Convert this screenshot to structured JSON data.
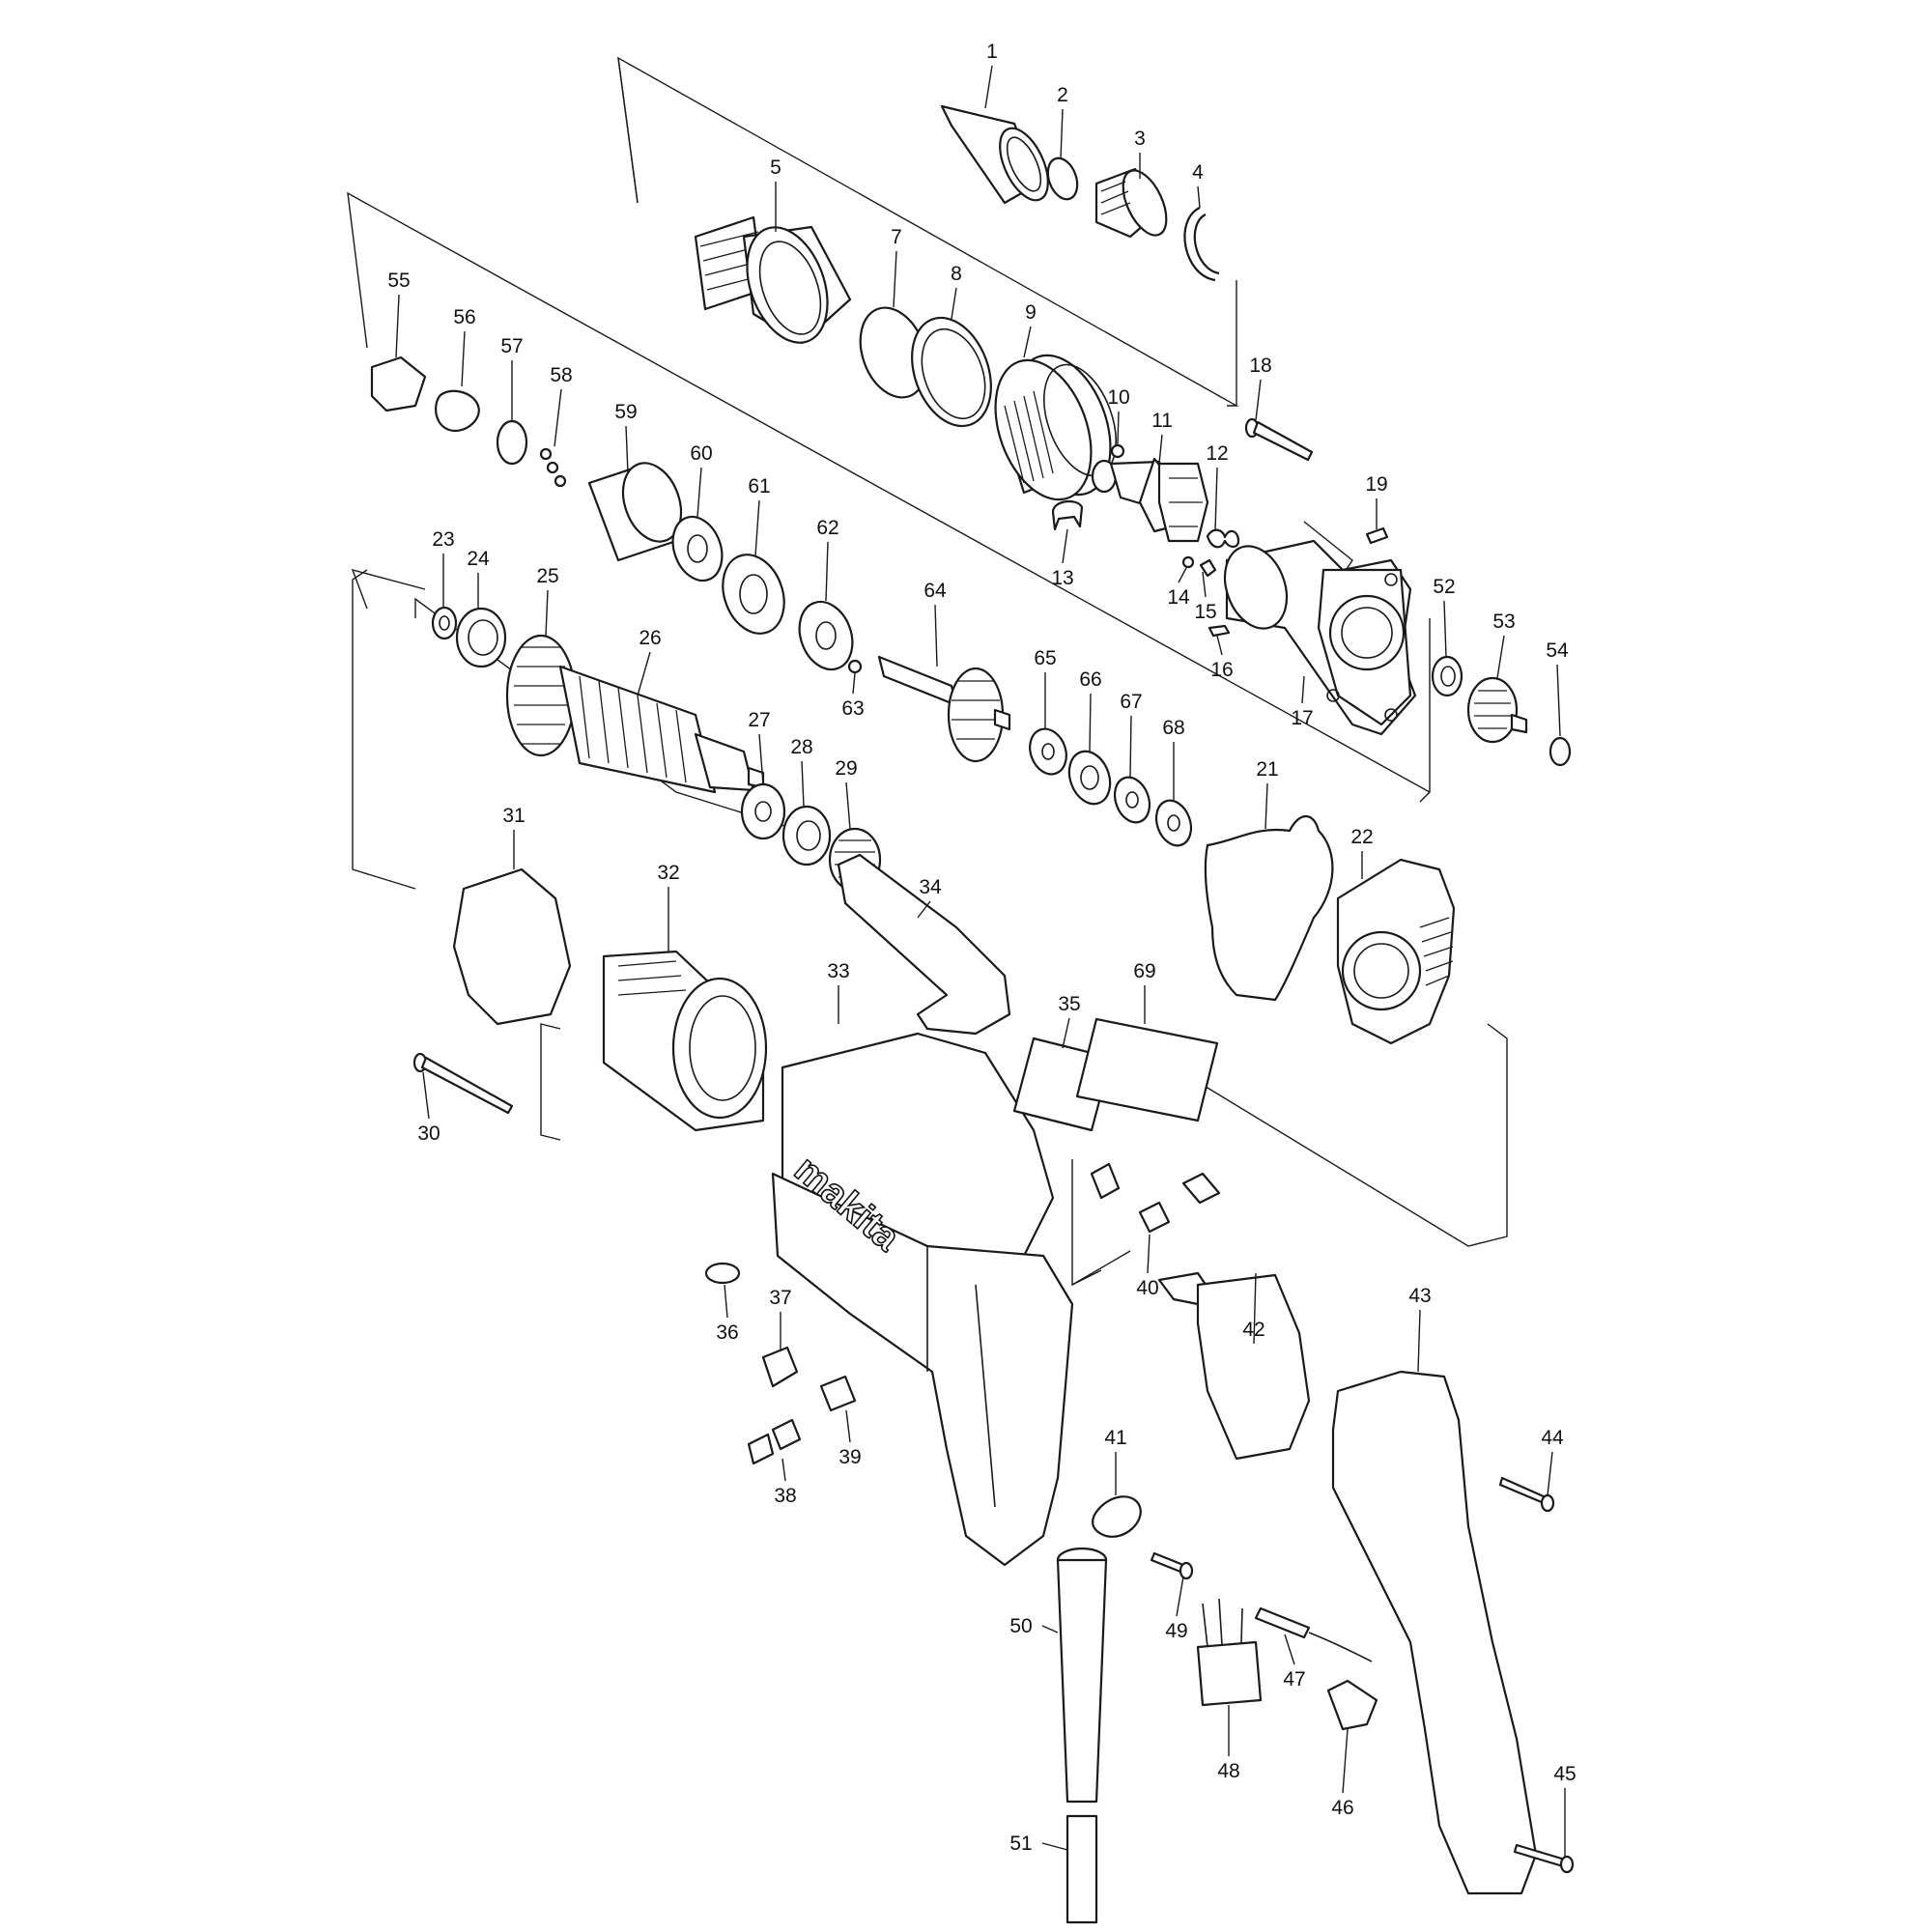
{
  "diagram": {
    "brand_logo_text": "makita",
    "part_numbers": [
      "1",
      "2",
      "3",
      "4",
      "5",
      "7",
      "8",
      "9",
      "10",
      "11",
      "12",
      "13",
      "14",
      "15",
      "16",
      "17",
      "18",
      "19",
      "21",
      "22",
      "23",
      "24",
      "25",
      "26",
      "27",
      "28",
      "29",
      "30",
      "31",
      "32",
      "33",
      "34",
      "35",
      "36",
      "37",
      "38",
      "39",
      "40",
      "41",
      "42",
      "43",
      "44",
      "45",
      "46",
      "47",
      "48",
      "49",
      "50",
      "51",
      "52",
      "53",
      "54",
      "55",
      "56",
      "57",
      "58",
      "59",
      "60",
      "61",
      "62",
      "63",
      "64",
      "65",
      "66",
      "67",
      "68",
      "69"
    ]
  },
  "colors": {
    "line": "#1a1a1a",
    "background": "#ffffff"
  }
}
